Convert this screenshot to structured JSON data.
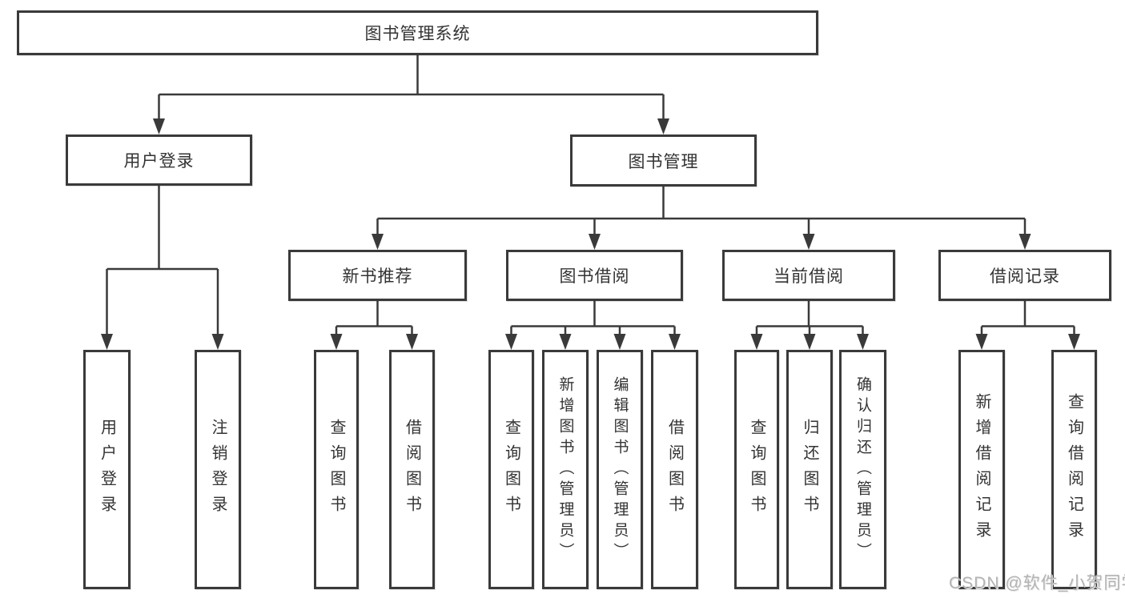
{
  "root": {
    "label": "图书管理系统"
  },
  "level2": {
    "user_login": {
      "label": "用户登录"
    },
    "book_management": {
      "label": "图书管理"
    }
  },
  "level3": {
    "new_book_recommend": {
      "label": "新书推荐"
    },
    "book_borrowing": {
      "label": "图书借阅"
    },
    "current_borrowing": {
      "label": "当前借阅"
    },
    "borrowing_records": {
      "label": "借阅记录"
    }
  },
  "leaves": {
    "user_login": [
      {
        "label": "用户登录"
      },
      {
        "label": "注销登录"
      }
    ],
    "new_book_recommend": [
      {
        "label": "查询图书"
      },
      {
        "label": "借阅图书"
      }
    ],
    "book_borrowing": [
      {
        "label": "查询图书"
      },
      {
        "label": "新增图书（管理员）"
      },
      {
        "label": "编辑图书（管理员）"
      },
      {
        "label": "借阅图书"
      }
    ],
    "current_borrowing": [
      {
        "label": "查询图书"
      },
      {
        "label": "归还图书"
      },
      {
        "label": "确认归还（管理员）"
      }
    ],
    "borrowing_records": [
      {
        "label": "新增借阅记录"
      },
      {
        "label": "查询借阅记录"
      }
    ]
  },
  "watermark": {
    "text": "CSDN @软件_小贺同学"
  },
  "colors": {
    "line": "#3a3a3a",
    "border": "#3a3a3a",
    "text": "#333333",
    "watermark": "#b3b3b3",
    "background": "#ffffff"
  }
}
